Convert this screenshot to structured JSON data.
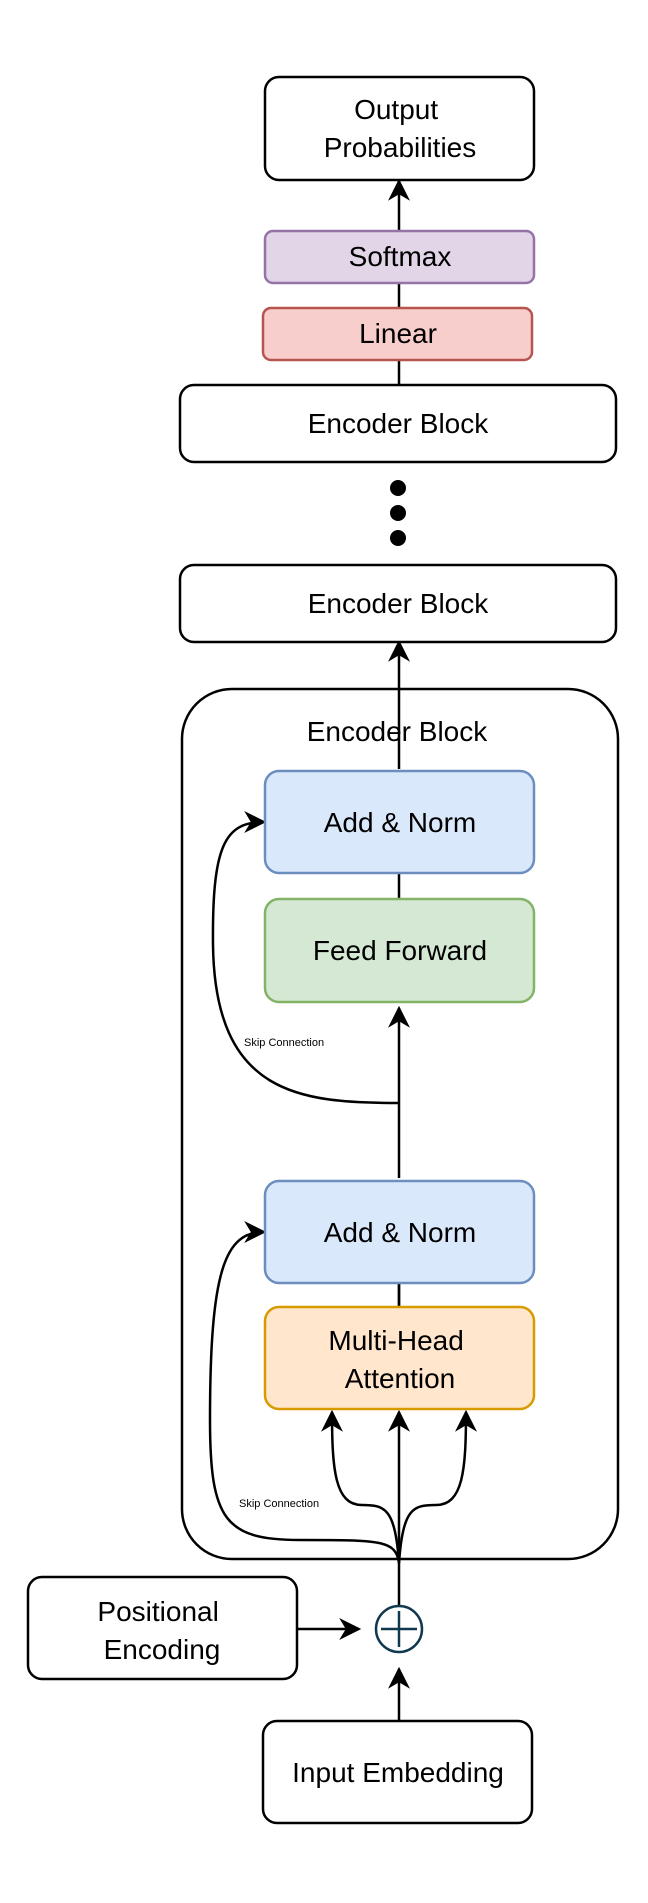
{
  "labels": {
    "output_probabilities": [
      "Output",
      "Probabilities"
    ],
    "softmax": "Softmax",
    "linear": "Linear",
    "encoder_block_top": "Encoder Block",
    "encoder_block_second": "Encoder Block",
    "encoder_block_container": "Encoder Block",
    "add_norm_upper": "Add & Norm",
    "feed_forward": "Feed Forward",
    "add_norm_lower": "Add & Norm",
    "multi_head_attention": [
      "Multi-Head",
      "Attention"
    ],
    "skip_connection_upper": "Skip Connection",
    "skip_connection_lower": "Skip Connection",
    "positional_encoding": [
      "Positional",
      "Encoding"
    ],
    "input_embedding": "Input Embedding"
  },
  "colors": {
    "softmax_fill": "#e1d5e7",
    "softmax_stroke": "#9673a6",
    "linear_fill": "#f8cecc",
    "linear_stroke": "#b85450",
    "add_norm_fill": "#dae8fc",
    "add_norm_stroke": "#6c8ebf",
    "feed_forward_fill": "#d5e8d4",
    "feed_forward_stroke": "#82b366",
    "attention_fill": "#ffe6cc",
    "attention_stroke": "#d79b00",
    "plus_stroke": "#10384f",
    "default_fill": "#ffffff",
    "default_stroke": "#000000"
  }
}
